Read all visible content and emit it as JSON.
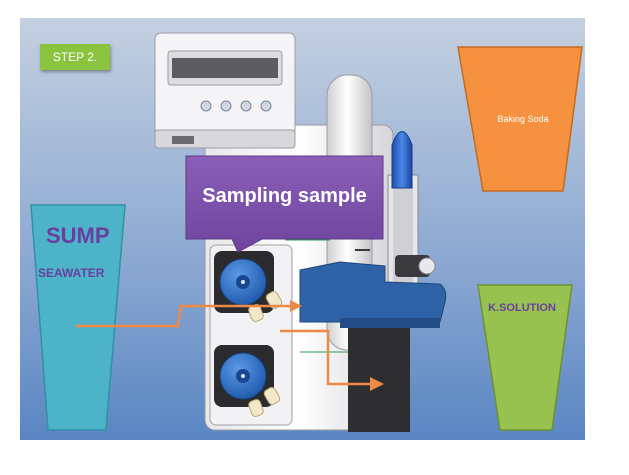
{
  "step_label": "STEP 2.",
  "callout_label": "Sampling sample",
  "containers": {
    "sump_title": "SUMP",
    "sump_subtitle": "SEAWATER",
    "baking_soda": "Baking Soda",
    "k_solution": "K.SOLUTION"
  },
  "colors": {
    "background_top": "#b9c8dc",
    "background_bottom": "#5b86c4",
    "sump": "#4db3c8",
    "baking_soda": "#f6923f",
    "k_solution": "#98c24f",
    "callout": "#7a4fa8",
    "pump_head": "#2f6fc4",
    "flow_arrow": "#ee8a45",
    "step_badge": "#8ac43f"
  }
}
